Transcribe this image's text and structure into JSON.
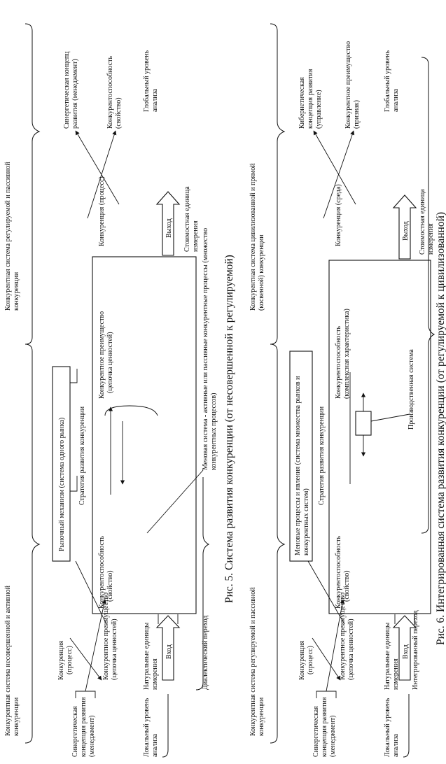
{
  "fig5": {
    "top_left": "Конкурентная система несовершенной и активной",
    "top_left2": "конкуренции",
    "top_right": "Конкурентная система регулируемой и пассивной",
    "top_right2": "конкуренции",
    "market": "Рыночный механизм (система одного рынка)",
    "syn_left_1": "Синергетическая",
    "syn_left_2": "концепция развития",
    "syn_left_3": "(менеджмент)",
    "comp_proc_1": "Конкуренция",
    "comp_proc_2": "(процесс)",
    "comp_proc_r": "Конкуренция (процесс)",
    "syn_right_1": "Синергетическая концепц",
    "syn_right_2": "развития (менеджмент)",
    "adv_left_1": "Конкурентное преимущество",
    "adv_left_2": "(цепочка ценностей)",
    "kc_1": "Конкурентоспособность",
    "kc_2": "(свойство)",
    "strategy": "Стратегия развития конкуренции",
    "adv_mid_1": "Конкурентное преимущество",
    "adv_mid_2": "(цепочка ценностей)",
    "kc_r1": "Конкурентоспособность",
    "kc_r2": "(свойство)",
    "input": "Вход",
    "output": "Выход",
    "local_1": "Локальный уровень",
    "local_2": "анализа",
    "nat_1": "Натуральные единицы",
    "nat_2": "измерения",
    "global_1": "Глобальный уровень",
    "global_2": "анализа",
    "cost_1": "Стоимостная единица",
    "cost_2": "измерения",
    "exchange_1": "Меновая система - активные или пассивные конкурентные процессы (множество",
    "exchange_2": "конкурентных процессов)",
    "dialectic": "Диалектический переход",
    "caption": "Рис. 5. Система развития конкуренции (от несовершенной к регулируемой)"
  },
  "fig6": {
    "top_left": "Конкурентная система регулируемой и пассивной",
    "top_left2": "конкуренции",
    "top_right": "Конкурентная система цивилизованной и прямой",
    "top_right2": "(косвенной) конкуренции",
    "market_1": "Меновые процессы и явления (система множества рынков и",
    "market_2": "конкурентных систем)",
    "syn_left_1": "Синергетическая",
    "syn_left_2": "концепция развития",
    "syn_left_3": "(менеджмент)",
    "comp_proc_1": "Конкуренция",
    "comp_proc_2": "(процесс)",
    "comp_env": "Конкуренция (среда)",
    "cyber_1": "Кибернетическая",
    "cyber_2": "концепция развития",
    "cyber_3": "(управление)",
    "adv_left_1": "Конкурентное преимущество",
    "adv_left_2": "(цепочка ценностей)",
    "kc_1": "Конкурентоспособность",
    "kc_2": "(свойство)",
    "strategy": "Стратегия развития конкуренции",
    "kc_c1": "Конкурентоспособность",
    "kc_c2": "(комплексная характеристика)",
    "adv_r1": "Конкурентное преимущество",
    "adv_r2": "(признак)",
    "input": "Вход",
    "output": "Выход",
    "local_1": "Локальный уровень",
    "local_2": "анализа",
    "nat_1": "Натуральные единицы",
    "nat_2": "измерения",
    "global_1": "Глобальный уровень",
    "global_2": "анализа",
    "cost_1": "Стоимостная единица",
    "cost_2": "измерения",
    "production": "Производственная система",
    "integrated": "Интегрированный переход",
    "caption": "Рис. 6. Интегрированная система развития конкуренции (от регулируемой к цивилизованной)"
  }
}
